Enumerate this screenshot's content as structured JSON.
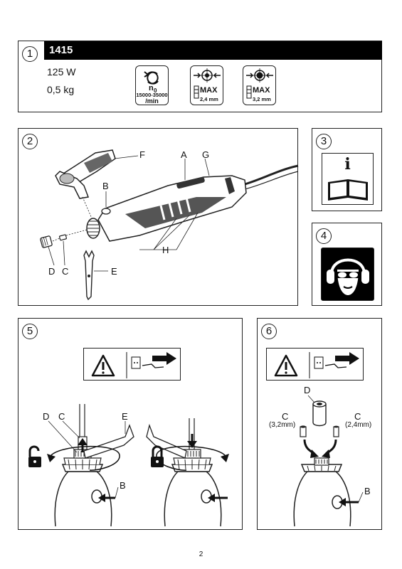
{
  "panel1": {
    "number": "1",
    "model": "1415",
    "power": "125 W",
    "weight": "0,5 kg",
    "speed_symbol": "n",
    "speed_subscript": "0",
    "speed_range": "15000-35000",
    "speed_unit": "/min",
    "collet_small_max": "MAX",
    "collet_small_size": "2,4 mm",
    "collet_large_max": "MAX",
    "collet_large_size": "3,2 mm"
  },
  "panel2": {
    "number": "2",
    "labels": {
      "f": "F",
      "a": "A",
      "g": "G",
      "b": "B",
      "h": "H",
      "d": "D",
      "c": "C",
      "e": "E"
    }
  },
  "panel3": {
    "number": "3",
    "info_glyph": "i"
  },
  "panel4": {
    "number": "4"
  },
  "panel5": {
    "number": "5",
    "labels": {
      "d": "D",
      "c": "C",
      "e": "E",
      "b": "B"
    }
  },
  "panel6": {
    "number": "6",
    "labels": {
      "d": "D",
      "c_left": "C",
      "c_right": "C",
      "b": "B"
    },
    "size_left": "(3,2mm)",
    "size_right": "(2,4mm)"
  },
  "page_number": "2"
}
